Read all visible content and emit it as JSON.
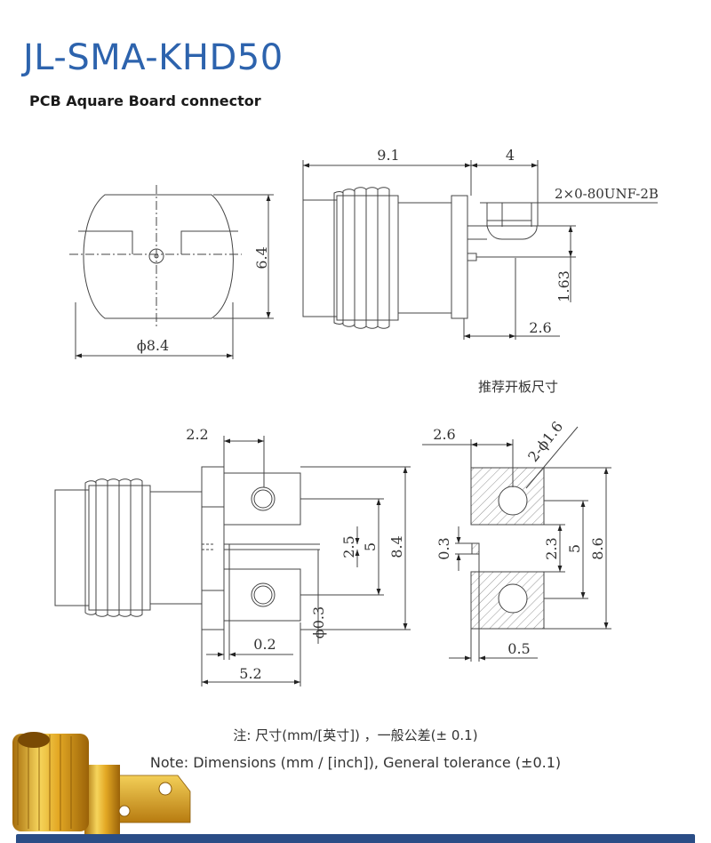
{
  "header": {
    "title": "JL-SMA-KHD50",
    "subtitle": "PCB Aquare Board connector"
  },
  "front_view": {
    "height_dim": "6.4",
    "diameter_dim": "ϕ8.4"
  },
  "side_view": {
    "length_dim": "9.1",
    "tail_dim": "4",
    "thread_spec": "2×0-80UNF-2B",
    "pin_offset_dim": "1.63",
    "flange_dim": "2.6"
  },
  "layout_label": "推荐开板尺寸",
  "top_view": {
    "d_2_2": "2.2",
    "d_2_5": "2.5",
    "d_5": "5",
    "d_8_4": "8.4",
    "d_phi_0_3": "ϕ0.3",
    "d_0_2": "0.2",
    "d_5_2": "5.2"
  },
  "pcb_layout": {
    "d_2_6": "2.6",
    "hole_spec": "2-ϕ1.6",
    "d_0_3": "0.3",
    "d_2_3": "2.3",
    "d_5": "5",
    "d_8_6": "8.6",
    "d_0_5": "0.5"
  },
  "notes": {
    "chinese": "注: 尺寸(mm/[英寸]) ，一般公差(± 0.1)",
    "english": "Note: Dimensions (mm / [inch]), General tolerance (±0.1)"
  },
  "colors": {
    "title": "#2d63ad",
    "gold": "#d9a521",
    "bar": "#2a4d86"
  }
}
